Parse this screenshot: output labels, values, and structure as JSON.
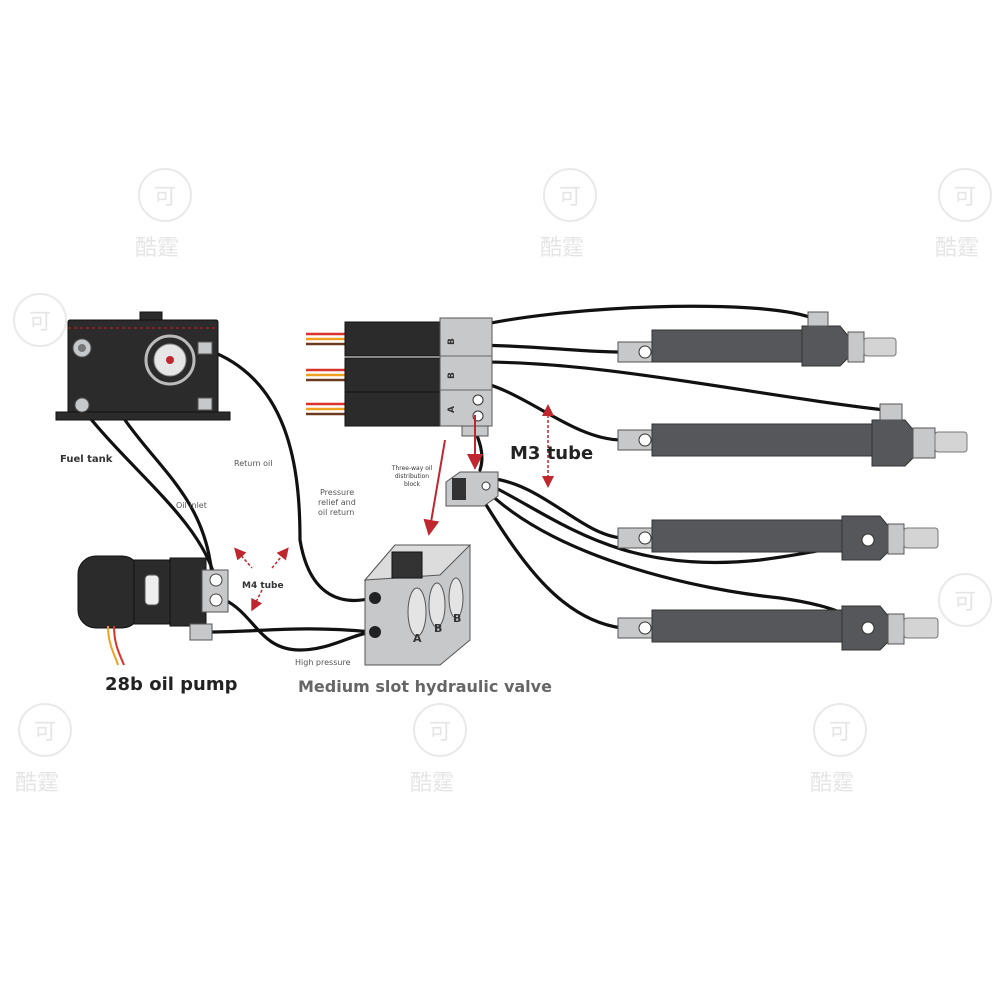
{
  "labels": {
    "fuel_tank": "Fuel tank",
    "return_oil": "Return oil",
    "oil_inlet": "Oil inlet",
    "pressure_relief_1": "Pressure",
    "pressure_relief_2": "relief and",
    "pressure_relief_3": "oil return",
    "m4_tube": "M4 tube",
    "high_pressure": "High pressure",
    "pump": "28b oil pump",
    "valve": "Medium slot hydraulic valve",
    "three_way_1": "Three-way oil",
    "three_way_2": "distribution",
    "three_way_3": "block",
    "m3_tube": "M3 tube"
  },
  "valve_ports": {
    "top_b": "B",
    "mid_b": "B",
    "bottom_a": "A",
    "front_a": "A",
    "front_b1": "B",
    "front_b2": "B"
  },
  "watermark": {
    "glyph": "可",
    "text": "酷霆"
  },
  "colors": {
    "hose": "#111111",
    "cylinder": "#55575a",
    "metal": "#c7c8ca",
    "arrow_red": "#c0262d",
    "wire_red": "#d9332b",
    "wire_orange": "#f0a020",
    "wire_brown": "#6b3a1f"
  }
}
